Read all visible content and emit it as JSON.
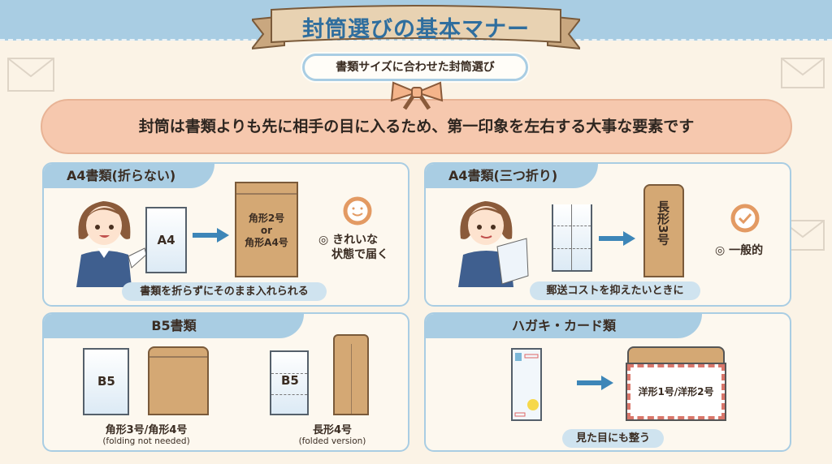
{
  "header": {
    "title": "封筒選びの基本マナー",
    "subtitle": "書類サイズに合わせた封筒選び"
  },
  "banner": "封筒は書類よりも先に相手の目に入るため、第一印象を左右する大事な要素です",
  "panels": {
    "a4_flat": {
      "title": "A4書類(折らない)",
      "paper_label": "A4",
      "envelope_line1": "角形2号",
      "envelope_line2": "or",
      "envelope_line3": "角形A4号",
      "merit_line1": "◎ きれいな",
      "merit_line2": "状態で届く",
      "note": "書類を折らずにそのまま入れられる"
    },
    "a4_folded": {
      "title": "A4書類(三つ折り)",
      "envelope_label": "長形3号",
      "merit": "◎ 一般的",
      "note": "郵送コストを抑えたいときに"
    },
    "b5": {
      "title": "B5書類",
      "paper_label_flat": "B5",
      "paper_label_folded": "B5",
      "flat_envelope": "角形3号/角形4号",
      "flat_note": "(folding not needed)",
      "folded_envelope": "長形4号",
      "folded_note": "(folded version)"
    },
    "postcard": {
      "title": "ハガキ・カード類",
      "envelope_label": "洋形1号/洋形2号",
      "note": "見た目にも整う"
    }
  },
  "colors": {
    "accent_blue": "#a9cde3",
    "title_blue": "#2f6e9e",
    "banner": "#f6c8ae",
    "kraft": "#d4a874",
    "orange": "#e39a63"
  }
}
